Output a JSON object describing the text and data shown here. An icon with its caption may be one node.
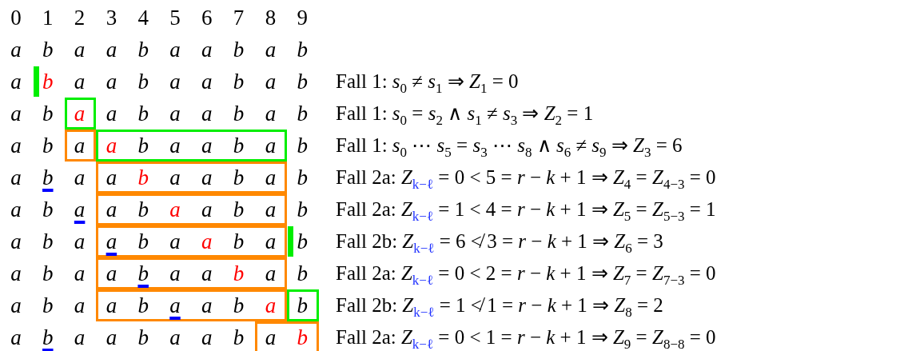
{
  "diagram": {
    "labels": [
      "0",
      "1",
      "2",
      "3",
      "4",
      "5",
      "6",
      "7",
      "8",
      "9",
      "a",
      "b",
      "a",
      "a",
      "b",
      "a",
      "a",
      "b",
      "a",
      "b",
      "a",
      "b",
      "a",
      "a",
      "b",
      "a",
      "a",
      "b",
      "a",
      "b",
      "Fall 1: *s*$_{0}$ ≠ *s*$_{1}$ ⇒ *Z*$_{1}$ = 0",
      "a",
      "b",
      "a",
      "a",
      "b",
      "a",
      "a",
      "b",
      "a",
      "b",
      "Fall 1: *s*$_{0}$ = *s*$_{2}$ ∧ *s*$_{1}$ ≠ *s*$_{3}$ ⇒ *Z*$_{2}$ = 1",
      "a",
      "b",
      "a",
      "a",
      "b",
      "a",
      "a",
      "b",
      "a",
      "b",
      "Fall 1: *s*$_{0}$ ⋯ *s*$_{5}$ = *s*$_{3}$ ⋯ *s*$_{8}$ ∧ *s*$_{6}$ ≠ *s*$_{9}$ ⇒ *Z*$_{3}$ = 6",
      "a",
      "b",
      "a",
      "a",
      "b",
      "a",
      "a",
      "b",
      "a",
      "b",
      "Fall 2a: *Z*$_{k−ℓ}$ = 0 < 5 = *r* − *k* + 1 ⇒ *Z*$_{4}$ = *Z*$_{4−3}$ = 0",
      "a",
      "b",
      "a",
      "a",
      "b",
      "a",
      "a",
      "b",
      "a",
      "b",
      "Fall 2a: *Z*$_{k−ℓ}$ = 1 < 4 = *r* − *k* + 1 ⇒ *Z*$_{5}$ = *Z*$_{5−3}$ = 1",
      "a",
      "b",
      "a",
      "a",
      "b",
      "a",
      "a",
      "b",
      "a",
      "b",
      "Fall 2b: *Z*$_{k−ℓ}$ = 6 ≮ 3 = *r* − *k* + 1 ⇒ *Z*$_{6}$ = 3",
      "a",
      "b",
      "a",
      "a",
      "b",
      "a",
      "a",
      "b",
      "a",
      "b",
      "Fall 2a: *Z*$_{k−ℓ}$ = 0 < 2 = *r* − *k* + 1 ⇒ *Z*$_{7}$ = *Z*$_{7−3}$ = 0",
      "a",
      "b",
      "a",
      "a",
      "b",
      "a",
      "a",
      "b",
      "a",
      "b",
      "Fall 2b: *Z*$_{k−ℓ}$ = 1 ≮ 1 = *r* − *k* + 1 ⇒ *Z*$_{8}$ = 2",
      "a",
      "b",
      "a",
      "a",
      "b",
      "a",
      "a",
      "b",
      "a",
      "b",
      "Fall 2a: *Z*$_{k−ℓ}$ = 0 < 1 = *r* − *k* + 1 ⇒ *Z*$_{9}$ = *Z*$_{8−8}$ = 0"
    ]
  }
}
